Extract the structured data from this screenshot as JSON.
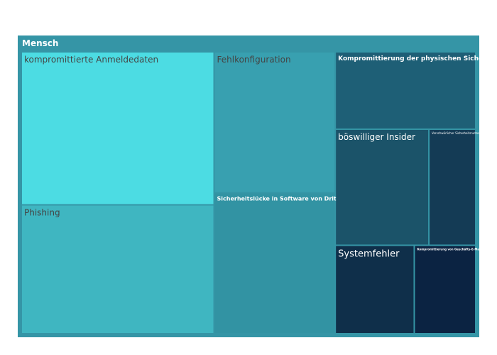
{
  "chart_data": {
    "type": "treemap",
    "title": "",
    "root": {
      "label": "Mensch",
      "color": "#3595a6",
      "children": [
        {
          "label": "kompromittierte Anmeldedaten",
          "value": 19,
          "color": "#4cdce3",
          "text_color": "#444444"
        },
        {
          "label": "Phishing",
          "value": 16,
          "color": "#3fb6c1",
          "text_color": "#444444"
        },
        {
          "label": "Fehlkonfiguration",
          "value": 11,
          "color": "#38a0b0",
          "text_color": "#444444"
        },
        {
          "label": "Sicherheitslücke in Software von Drittanbietern",
          "value": 11,
          "color": "#3293a3",
          "text_color": "#ffffff"
        },
        {
          "label": "Kompromittierung der physischen Sicherheit",
          "value": 7,
          "color": "#1e5f76",
          "text_color": "#ffffff"
        },
        {
          "label": "böswilliger Insider",
          "value": 7,
          "color": "#1b5369",
          "text_color": "#ffffff"
        },
        {
          "label": "Verschwörlicher Sicherheitsnutzernsystem Geräte",
          "value": 3.5,
          "color": "#143b55",
          "text_color": "#ffffff"
        },
        {
          "label": "Systemfehler",
          "value": 4.5,
          "color": "#0f2f4a",
          "text_color": "#ffffff"
        },
        {
          "label": "Kompromittierung von Geschäfts-E-Mails",
          "value": 3.5,
          "color": "#0b2342",
          "text_color": "#ffffff"
        }
      ]
    }
  }
}
